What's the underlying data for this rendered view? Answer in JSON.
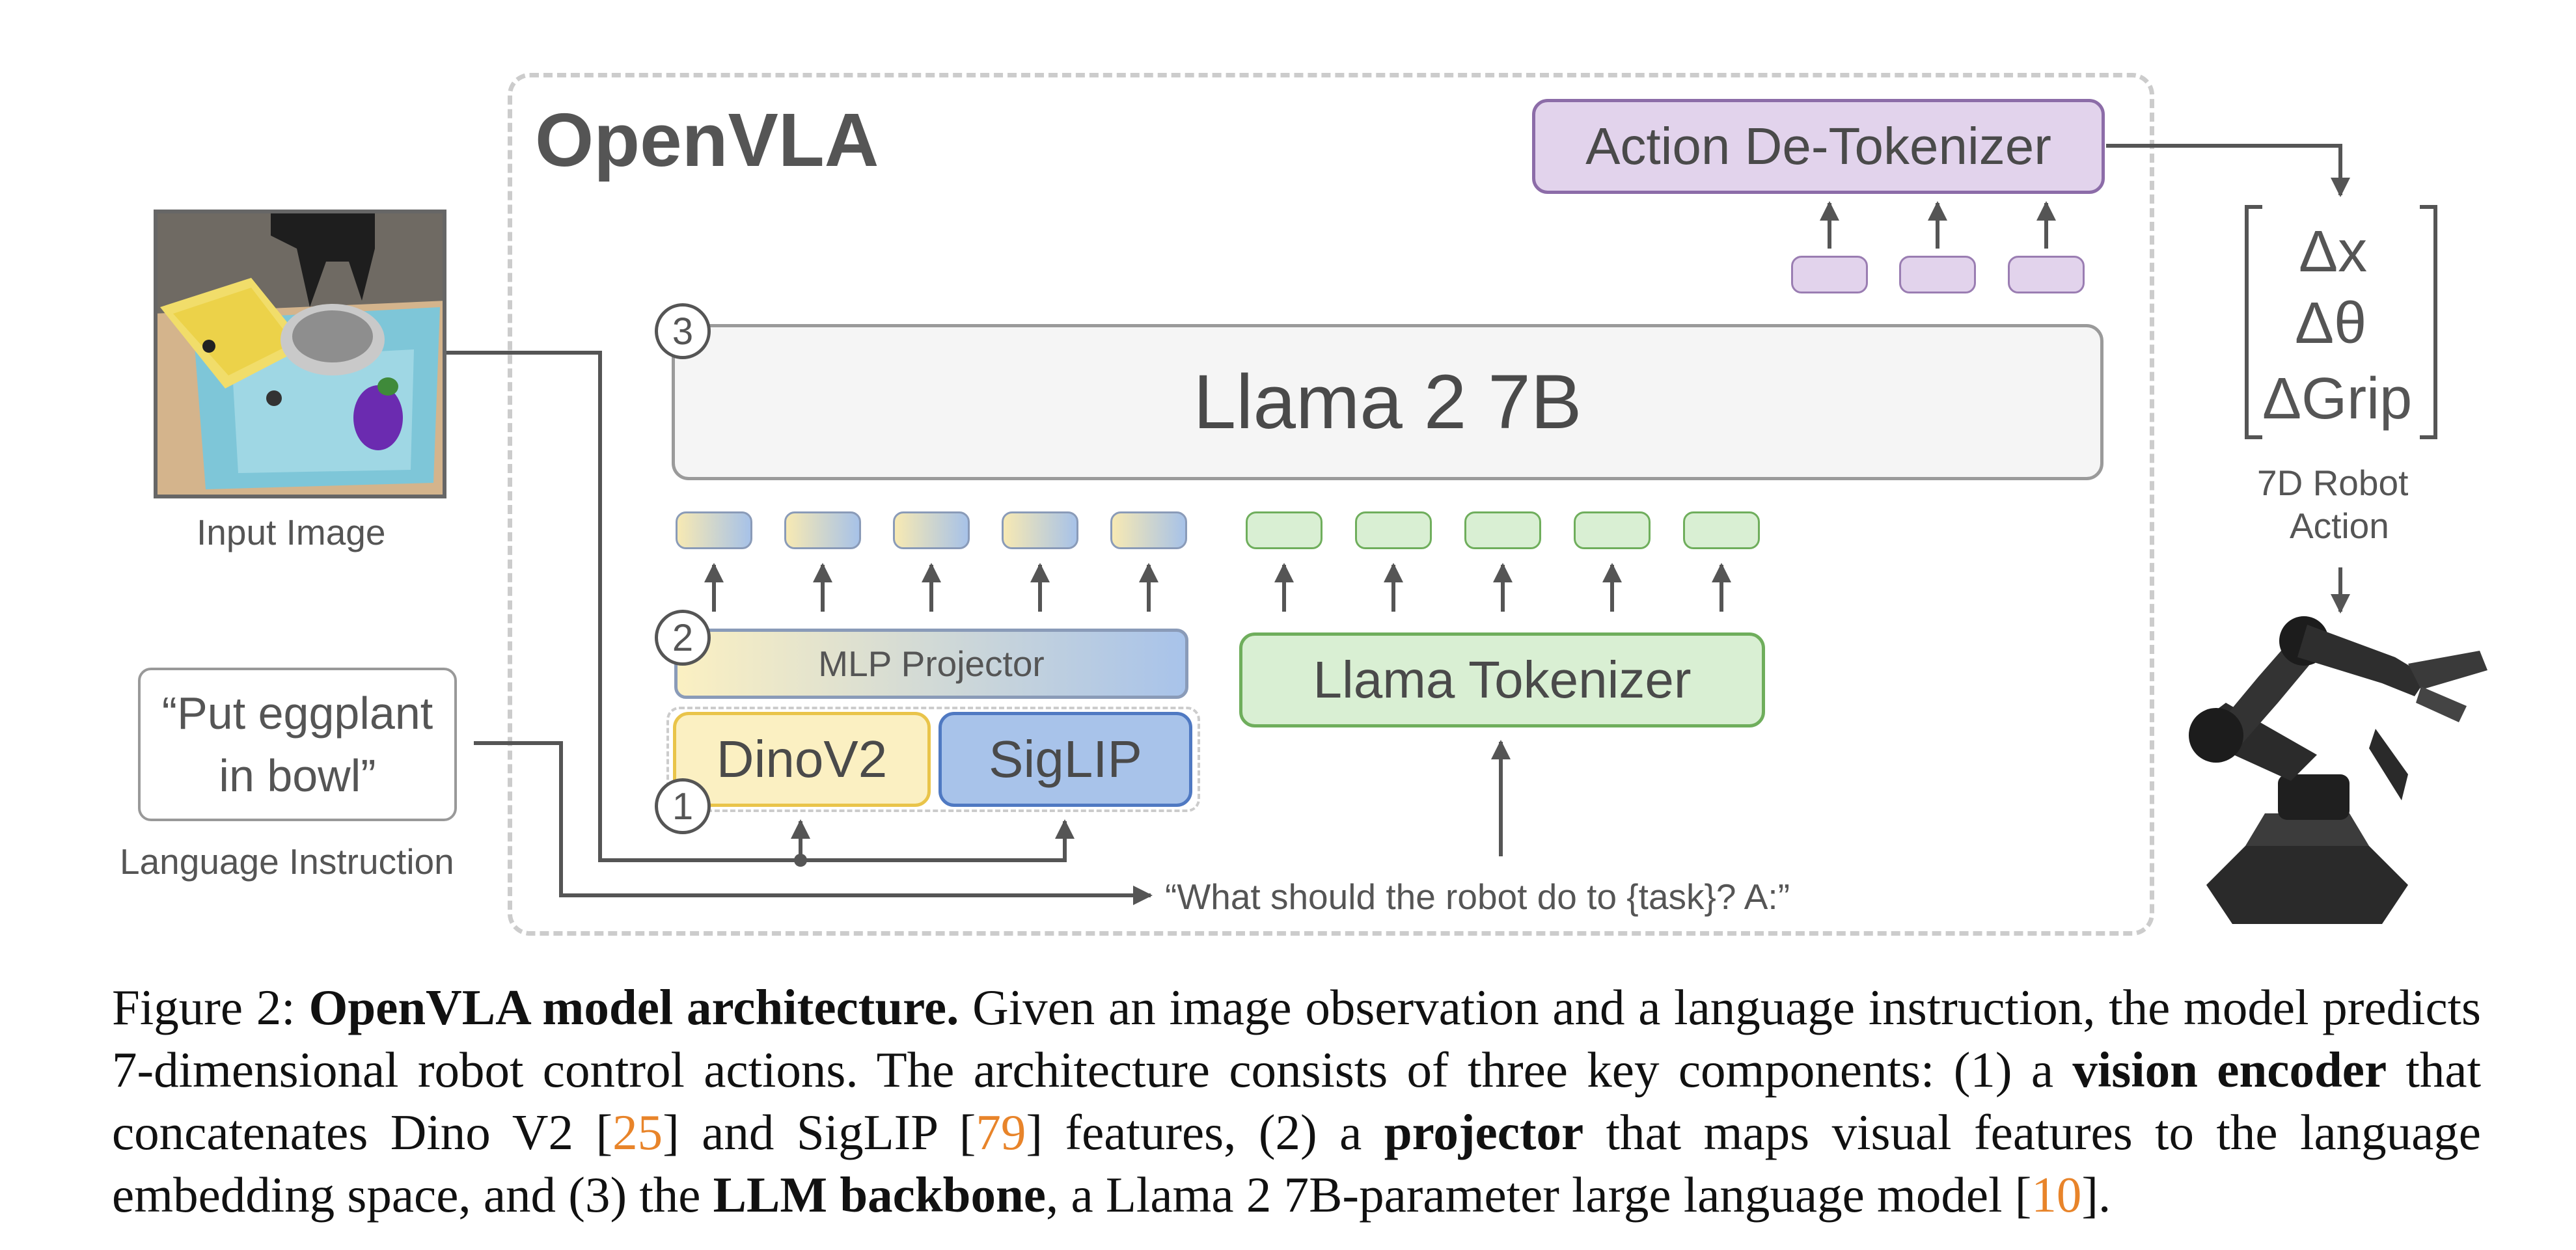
{
  "diagram": {
    "openvla_title": "OpenVLA",
    "action_detokenizer": "Action De-Tokenizer",
    "llama_model": "Llama 2 7B",
    "mlp_projector": "MLP Projector",
    "dinov2": "DinoV2",
    "siglip": "SigLIP",
    "llama_tokenizer": "Llama Tokenizer",
    "input_image_label": "Input Image",
    "instruction_line1": "“Put eggplant",
    "instruction_line2": "in bowl”",
    "language_instruction_label": "Language Instruction",
    "prompt_template": "“What should the robot do to {task}? A:”",
    "step_1": "1",
    "step_2": "2",
    "step_3": "3",
    "action_dx": "Δx",
    "action_dtheta": "Δθ",
    "action_dgrip": "ΔGrip",
    "robot_action_line1": "7D Robot",
    "robot_action_line2": "Action"
  },
  "caption": {
    "figure_label": "Figure 2:",
    "title": "OpenVLA model architecture.",
    "text_1": " Given an image observation and a language instruction, the model predicts 7-dimensional robot control actions. The architecture consists of three key components: (1) a ",
    "term_vision": "vision encoder",
    "text_2": " that concatenates Dino V2 [",
    "ref_25": "25",
    "text_3": "] and SigLIP [",
    "ref_79": "79",
    "text_4": "] features, (2) a ",
    "term_projector": "projector",
    "text_5": " that maps visual features to the language embedding space, and (3) the ",
    "term_llm": "LLM backbone",
    "text_6": ", a Llama 2 7B-parameter large language model [",
    "ref_10": "10",
    "text_7": "]."
  },
  "colors": {
    "vision_yellow": "#fbf0c2",
    "vision_blue": "#a8c3ea",
    "language_green": "#d9efd3",
    "action_purple": "#e2d3ec",
    "reference_orange": "#e8842a"
  }
}
